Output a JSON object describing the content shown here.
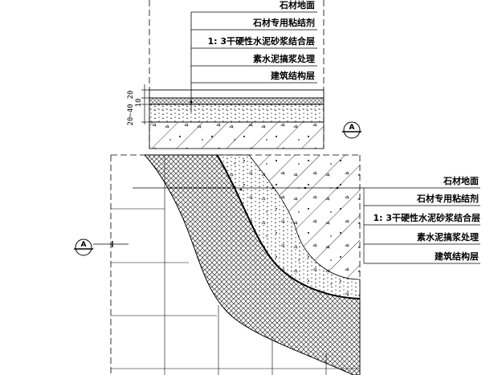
{
  "top_section": {
    "layers": [
      "石材地面",
      "石材专用粘结剂",
      "1: 3干硬性水泥砂浆结合层",
      "素水泥搞浆处理",
      "建筑结构层"
    ],
    "dimensions": [
      "20",
      "10",
      "20~40"
    ],
    "section_mark": "A"
  },
  "bottom_section": {
    "layers": [
      "石材地面",
      "石材专用粘结剂",
      "1: 3干硬性水泥砂浆结合层",
      "素水泥搞浆处理",
      "建筑结构层"
    ],
    "section_mark": "A"
  }
}
